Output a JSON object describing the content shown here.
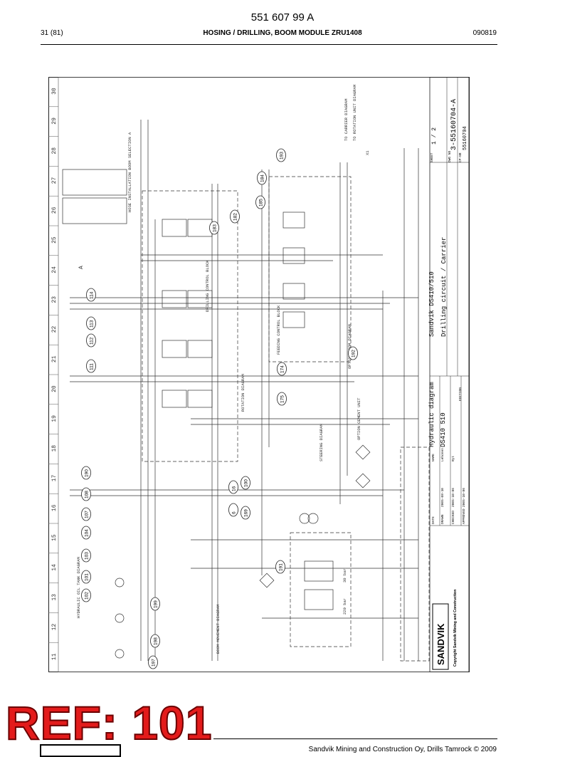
{
  "header": {
    "document_number": "551 607 99 A",
    "page": "31 (81)",
    "title": "HOSING / DRILLING, BOOM MODULE ZRU1408",
    "date_code": "090819"
  },
  "drawing": {
    "column_numbers": [
      "11",
      "12",
      "13",
      "14",
      "15",
      "16",
      "17",
      "18",
      "19",
      "20",
      "21",
      "22",
      "23",
      "24",
      "25",
      "26",
      "27",
      "28",
      "29",
      "30"
    ],
    "callouts": [
      "197",
      "198",
      "199",
      "102",
      "101",
      "103",
      "104",
      "107",
      "108",
      "190",
      "6",
      "16",
      "169",
      "100",
      "191",
      "175",
      "174",
      "111",
      "112",
      "113",
      "114",
      "183",
      "182",
      "185",
      "184",
      "193",
      "192"
    ],
    "labels": {
      "hoses_installation": "HOSE INSTALLATION\nBOOM SELECTION A",
      "to_carrier": "TO CARRIER DIAGRAM",
      "to_rotation": "TO ROTATION UNIT DIAGRAM",
      "x1": "X1",
      "drilling_control": "DRILLING\nCONTROL\nBLOCK",
      "feed_control": "FEEDING CONTROL\nBLOCK",
      "rotation_diagram": "ROTATION DIAGRAM",
      "option_boom": "OPTION\nBOOM\nDIAGRAM",
      "option_cement": "OPTION\nCEMENT UNIT",
      "hydraulic_oil": "HYDRAULIC OIL\nTANK DIAGRAM",
      "pressure_30": "30 bar",
      "pressure_220": "220 bar",
      "steering_diagram": "STEERING\nDIAGRAM",
      "boom_movement": "BOOM MOVEMENT\nDIAGRAM",
      "marker_a": "A"
    }
  },
  "title_block": {
    "brand": "SANDVIK",
    "copyright": "Copyright Sandvik Mining and Construction",
    "product": "Sandvik DS410/510",
    "circuit": "Drilling circuit / Carrier",
    "doc_type": "Hydraulic diagram",
    "model": "DS410 510",
    "sheet": "1 / 2",
    "drawing_number": "3-55160704-A",
    "sub_number": "55160704",
    "col_date": "DATE",
    "col_name": "NAME",
    "row_drawn": "DRAWN",
    "row_checked": "CHECKED",
    "row_approved": "APPROVED",
    "drawn_date": "2005-08-10",
    "checked_date": "2005-10-06",
    "approved_date": "2005-10-06",
    "drawn_name": "Lehonen",
    "checked_name": "Ryt",
    "sheet_label": "SHEET",
    "drw_label": "DWG NO",
    "sub_label": "CP-NR",
    "edition": "EDITION"
  },
  "stamp": {
    "text": "REF: 101"
  },
  "footer": {
    "copyright": "Sandvik Mining and Construction Oy, Drills Tamrock © 2009"
  }
}
